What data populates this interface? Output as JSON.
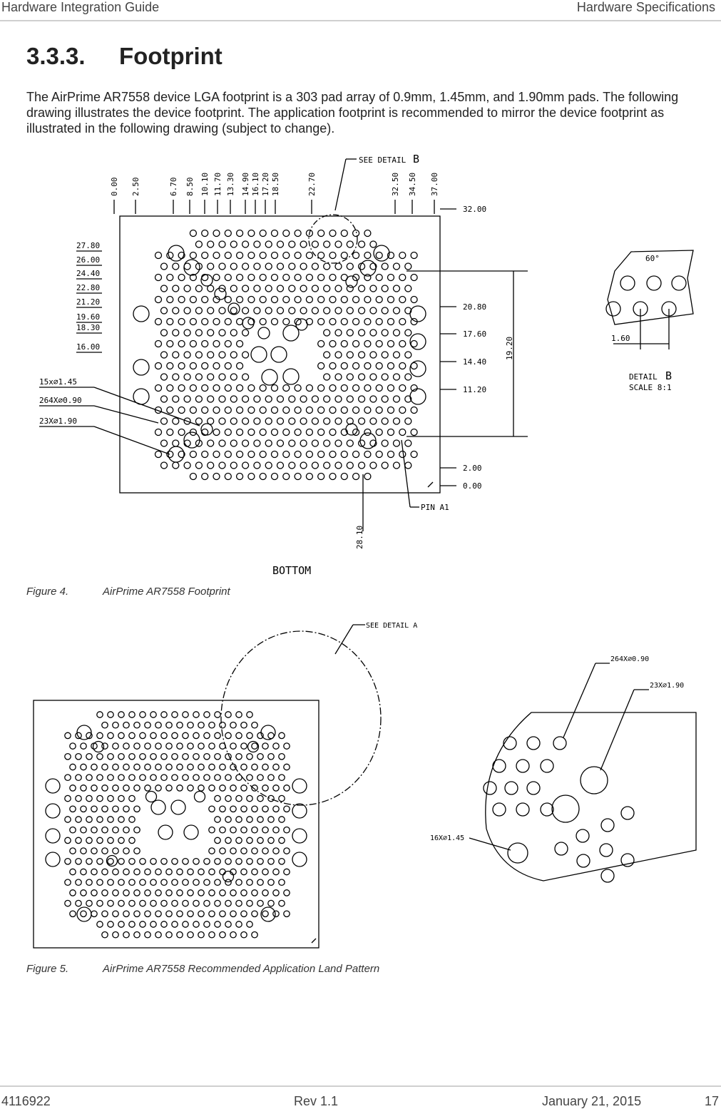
{
  "header": {
    "left": "Hardware Integration Guide",
    "right": "Hardware Specifications"
  },
  "section": {
    "number": "3.3.3.",
    "title": "Footprint"
  },
  "body_text": "The AirPrime AR7558 device LGA footprint is a 303 pad array of 0.9mm, 1.45mm, and 1.90mm pads. The following drawing illustrates the device footprint. The application footprint is recommended to mirror the device footprint as illustrated in the following drawing (subject to change).",
  "figure4": {
    "top_dims": [
      "0.00",
      "2.50",
      "6.70",
      "8.50",
      "10.10",
      "11.70",
      "13.30",
      "14.90",
      "16.10",
      "17.20",
      "18.50",
      "22.70",
      "32.50",
      "34.50",
      "37.00"
    ],
    "left_dims": [
      "27.80",
      "26.00",
      "24.40",
      "22.80",
      "21.20",
      "19.60",
      "18.30",
      "16.00"
    ],
    "right_dims": [
      "32.00",
      "20.80",
      "17.60",
      "14.40",
      "11.20",
      "2.00",
      "0.00"
    ],
    "span_dim": "19.20",
    "bottom_dim": "28.10",
    "see_detail": "SEE DETAIL",
    "detail_letter": "B",
    "pad_counts": [
      "15x∅1.45",
      "264X∅0.90",
      "23X∅1.90"
    ],
    "pin_label": "PIN A1",
    "view_label": "BOTTOM",
    "detail_angle": "60°",
    "detail_pitch": "1.60",
    "detail_title": "DETAIL",
    "detail_scale": "SCALE  8:1",
    "caption_num": "Figure 4.",
    "caption_text": "AirPrime AR7558 Footprint"
  },
  "figure5": {
    "see_detail": "SEE DETAIL  A",
    "pad_counts": [
      "264X∅0.90",
      "23X∅1.90",
      "16X∅1.45"
    ],
    "caption_num": "Figure 5.",
    "caption_text": "AirPrime AR7558 Recommended Application Land Pattern"
  },
  "footer": {
    "doc_number": "4116922",
    "revision": "Rev 1.1",
    "date": "January 21, 2015",
    "page": "17"
  }
}
